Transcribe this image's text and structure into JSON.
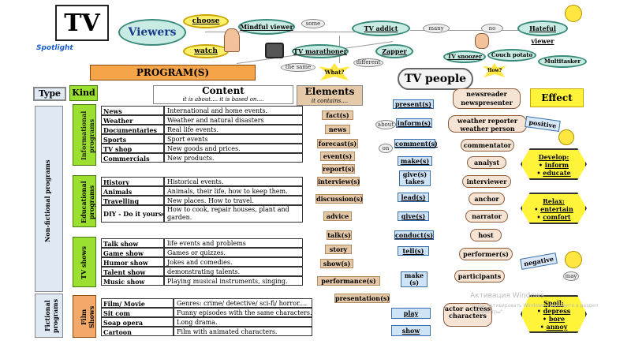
{
  "header": {
    "tv": "TV",
    "viewers": "Viewers",
    "choose": "choose",
    "watch": "watch",
    "program": "PROGRAM(S)",
    "logo": "Spotlight"
  },
  "viewer_types": {
    "mindful": "Mindful viewer",
    "some": "some",
    "tv_addict": "TV addict",
    "many": "many",
    "no": "no",
    "hateful": "Hateful viewer",
    "marathoner": "TV marathoner",
    "zapper": "Zapper",
    "the_same": "the same",
    "different": "different",
    "what": "What?",
    "how": "How?",
    "snoozer": "TV snoozer",
    "couch_potato": "Couch potato",
    "multitasker": "Multitasker"
  },
  "columns": {
    "type": "Type",
    "kind": "Kind",
    "content": "Content",
    "content_sub": "it is about.... it is based on....",
    "elements": "Elements",
    "elements_sub": "it contains....",
    "tv_people": "TV people",
    "effect": "Effect"
  },
  "types": {
    "non_fictional": "Non-fictional programs",
    "fictional": "Fictional programs"
  },
  "groups": [
    {
      "label": "Informational programs",
      "rows": [
        {
          "kind": "News",
          "content": "International and home events."
        },
        {
          "kind": "Weather",
          "content": "Weather and natural disasters"
        },
        {
          "kind": "Documentaries",
          "content": "Real life events."
        },
        {
          "kind": "Sports",
          "content": "Sport events"
        },
        {
          "kind": "TV shop",
          "content": "New goods and prices."
        },
        {
          "kind": "Commercials",
          "content": "New products."
        }
      ]
    },
    {
      "label": "Educational programs",
      "rows": [
        {
          "kind": "History",
          "content": "Historical events."
        },
        {
          "kind": "Animals",
          "content": "Animals, their life, how to keep them."
        },
        {
          "kind": "Travelling",
          "content": "New places. How to travel."
        },
        {
          "kind": "DIY - Do it yourself",
          "content": "How to cook, repair houses, plant and garden."
        }
      ]
    },
    {
      "label": "TV shows",
      "rows": [
        {
          "kind": "Talk show",
          "content": "life events and problems"
        },
        {
          "kind": "Game show",
          "content": "Games or quizzes."
        },
        {
          "kind": "Humor show",
          "content": "Jokes and comedies."
        },
        {
          "kind": "Talent show",
          "content": "demonstrating talents."
        },
        {
          "kind": "Music show",
          "content": "Playing musical instruments, singing."
        }
      ]
    },
    {
      "label": "Film Shows",
      "rows": [
        {
          "kind": "Film/ Movie",
          "content": "Genres: crime/ detective/ sci-fi/ horror...."
        },
        {
          "kind": "Sit com",
          "content": "Funny episodes with the same characters."
        },
        {
          "kind": "Soap opera",
          "content": "Long drama."
        },
        {
          "kind": "Cartoon",
          "content": "Film with animated characters."
        }
      ]
    }
  ],
  "elements": [
    "fact(s)",
    "news",
    "forecast(s)",
    "event(s)",
    "report(s)",
    "interview(s)",
    "discussion(s)",
    "advice",
    "talk(s)",
    "story",
    "show(s)",
    "performance(s)",
    "presentation(s)"
  ],
  "verbs": [
    "present(s)",
    "inform(s)",
    "comment(s)",
    "make(s)",
    "give(s) takes",
    "lead(s)",
    "give(s)",
    "conduct(s)",
    "tell(s)",
    "make (s)",
    "play",
    "show"
  ],
  "prepositions": [
    "about",
    "on"
  ],
  "people": [
    "newsreader newspresenter",
    "weather reporter weather person",
    "commentator",
    "analyst",
    "interviewer",
    "anchor",
    "narrator",
    "host",
    "performer(s)",
    "participants",
    "actor actress characters"
  ],
  "effects": {
    "positive": "positive",
    "develop": "Develop:",
    "develop_items": [
      "inform",
      "educate"
    ],
    "relax": "Relax:",
    "relax_items": [
      "entertain",
      "comfort"
    ],
    "negative": "negative",
    "may": "may",
    "spoil": "Spoil:",
    "spoil_items": [
      "depress",
      "bore",
      "annoy"
    ]
  },
  "watermark": {
    "title": "Активация Windows",
    "sub": "Чтобы активировать Windows, перейдите в раздел \"Параметры\"."
  }
}
